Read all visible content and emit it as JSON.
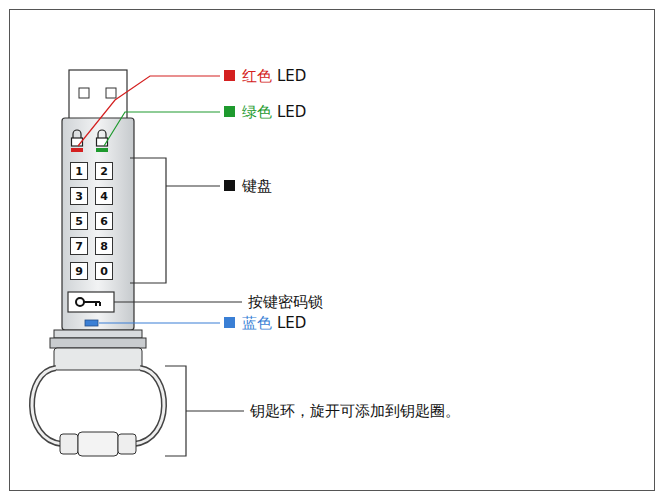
{
  "diagram": {
    "nodes": [
      {
        "text": [
          "1"
        ]
      },
      {
        "text": [
          "2"
        ]
      },
      {
        "text": [
          "3"
        ]
      },
      {
        "text": [
          "4"
        ]
      },
      {
        "text": [
          "5"
        ]
      },
      {
        "text": [
          "6"
        ]
      },
      {
        "text": [
          "7"
        ]
      },
      {
        "text": [
          "8"
        ]
      },
      {
        "text": [
          "9"
        ]
      },
      {
        "text": [
          "0"
        ]
      }
    ],
    "labels": [
      "红色",
      "LED",
      "绿色",
      "LED",
      "键盘",
      "按键密码锁",
      "蓝色",
      "LED",
      "钥匙环，旋开可添加到钥匙圈。"
    ]
  }
}
